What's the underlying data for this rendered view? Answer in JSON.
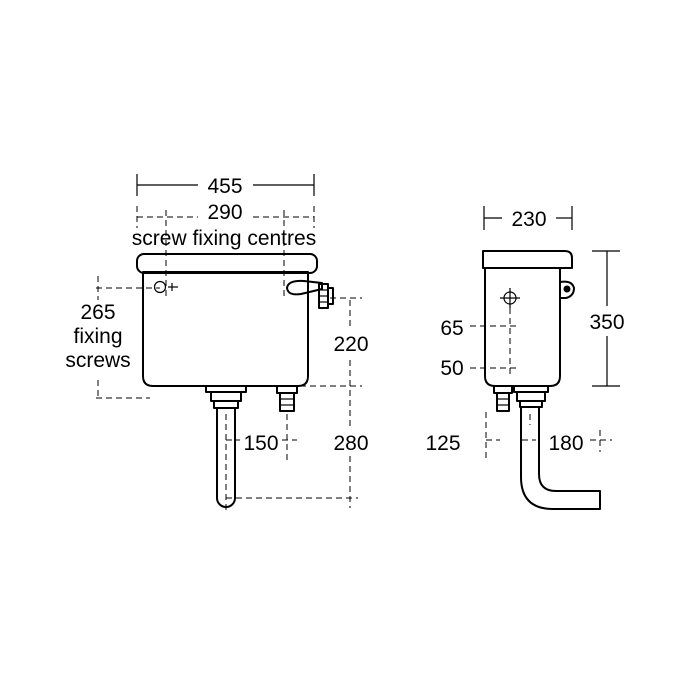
{
  "front_view": {
    "width_label": "455",
    "fixing_centres_value": "290",
    "fixing_centres_text": "screw fixing centres",
    "fixing_screws_value": "265",
    "fixing_screws_word1": "fixing",
    "fixing_screws_word2": "screws",
    "inlet_height_label": "220",
    "outlet_offset_label": "150",
    "outlet_depth_label": "280"
  },
  "side_view": {
    "depth_label": "230",
    "height_label": "350",
    "lever_height_label": "65",
    "inlet_offset_label": "50",
    "outlet_wall_label": "125",
    "pipe_projection_label": "180"
  }
}
